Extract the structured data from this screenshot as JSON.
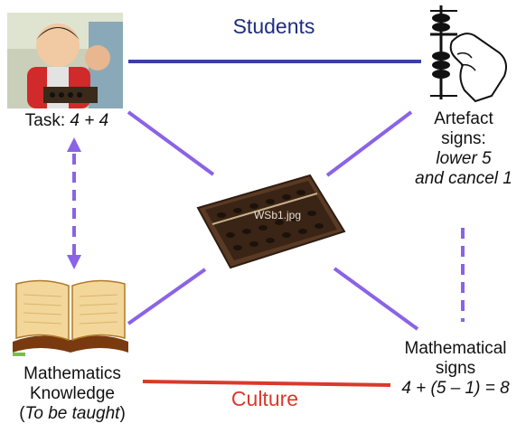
{
  "title_students": "Students",
  "title_culture": "Culture",
  "task": {
    "prefix": "Task: ",
    "expr": "4 + 4"
  },
  "artefact": {
    "line1": "Artefact",
    "line2": "signs:",
    "line3": "lower 5",
    "line4": "and cancel 1"
  },
  "math_signs": {
    "line1": "Mathematical",
    "line2": "signs",
    "line3": "4 + (5 – 1) = 8"
  },
  "knowledge": {
    "line1": "Mathematics",
    "line2": "Knowledge",
    "open": "(",
    "line3": "To be taught",
    "close": ")"
  },
  "abacus_caption": "WSb1.jpg",
  "colors": {
    "students_line": "#3b3fa8",
    "culture_line": "#d83a2c",
    "purple": "#8a63e6",
    "students_text": "#1f2d80",
    "culture_text": "#d83a2c"
  }
}
